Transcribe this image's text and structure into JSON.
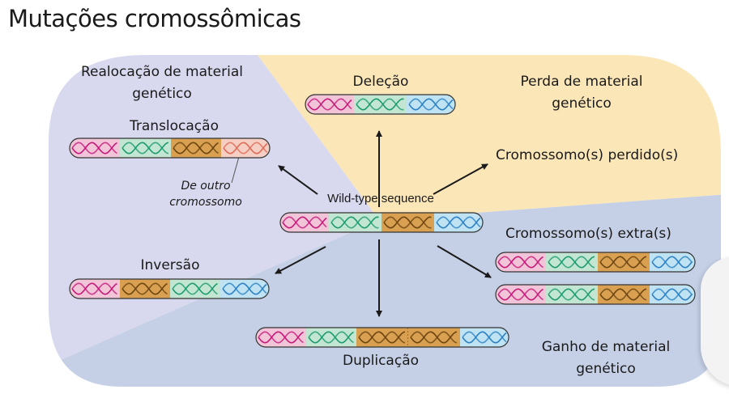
{
  "title": "Mutações cromossômicas",
  "labels": {
    "realocacao": "Realocação de material genético",
    "perda": "Perda de material genético",
    "ganho": "Ganho de material genético",
    "delecao": "Deleção",
    "translocacao": "Translocação",
    "de_outro": "De outro cromossomo",
    "wild_type": "Wild-type sequence",
    "cromossomo_perdido": "Cromossomo(s) perdido(s)",
    "cromossomo_extra": "Cromossomo(s) extra(s)",
    "inversao": "Inversão",
    "duplicacao": "Duplicação"
  },
  "colors": {
    "region_realocacao": "#d8d8ef",
    "region_perda": "#fbe6b8",
    "region_ganho": "#c5d0e6",
    "segment_pink": "#f2c4d8",
    "segment_green": "#c3e6d2",
    "segment_orange": "#d8a050",
    "segment_blue": "#bfe3f3",
    "segment_salmon": "#f6cfc4",
    "strand_magenta": "#c4187a",
    "strand_green": "#1a9a6e",
    "strand_brown": "#6b4410",
    "strand_blue": "#2b7fc3",
    "strand_salmon": "#e06a55"
  }
}
